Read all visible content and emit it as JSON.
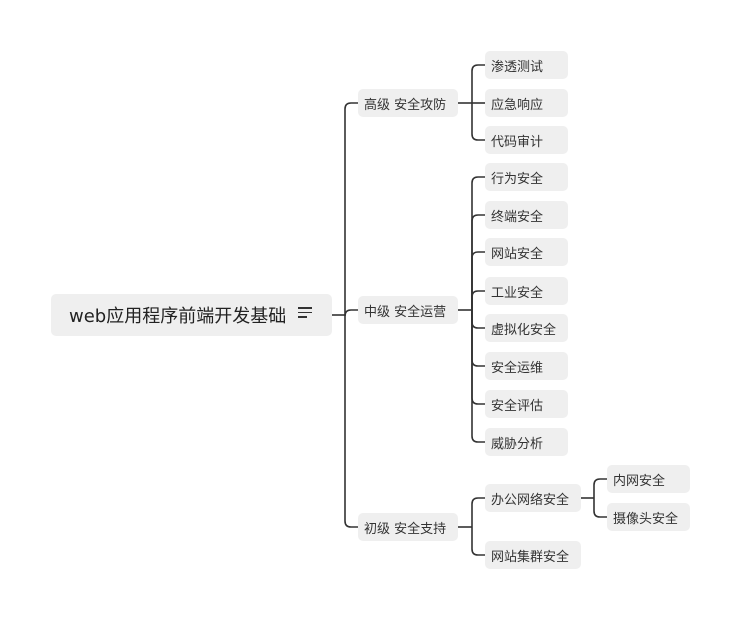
{
  "root": {
    "label": "web应用程序前端开发基础"
  },
  "branches": [
    {
      "label": "高级 安全攻防",
      "children": [
        {
          "label": "渗透测试"
        },
        {
          "label": "应急响应"
        },
        {
          "label": "代码审计"
        }
      ]
    },
    {
      "label": "中级 安全运营",
      "children": [
        {
          "label": "行为安全"
        },
        {
          "label": "终端安全"
        },
        {
          "label": "网站安全"
        },
        {
          "label": "工业安全"
        },
        {
          "label": "虚拟化安全"
        },
        {
          "label": "安全运维"
        },
        {
          "label": "安全评估"
        },
        {
          "label": "威胁分析"
        }
      ]
    },
    {
      "label": "初级 安全支持",
      "children": [
        {
          "label": "办公网络安全",
          "children": [
            {
              "label": "内网安全"
            },
            {
              "label": "摄像头安全"
            }
          ]
        },
        {
          "label": "网站集群安全"
        }
      ]
    }
  ],
  "icons": {
    "root_menu": "menu-lines-icon"
  },
  "colors": {
    "node_fill": "#efefef",
    "line": "#333333",
    "text": "#333333"
  }
}
